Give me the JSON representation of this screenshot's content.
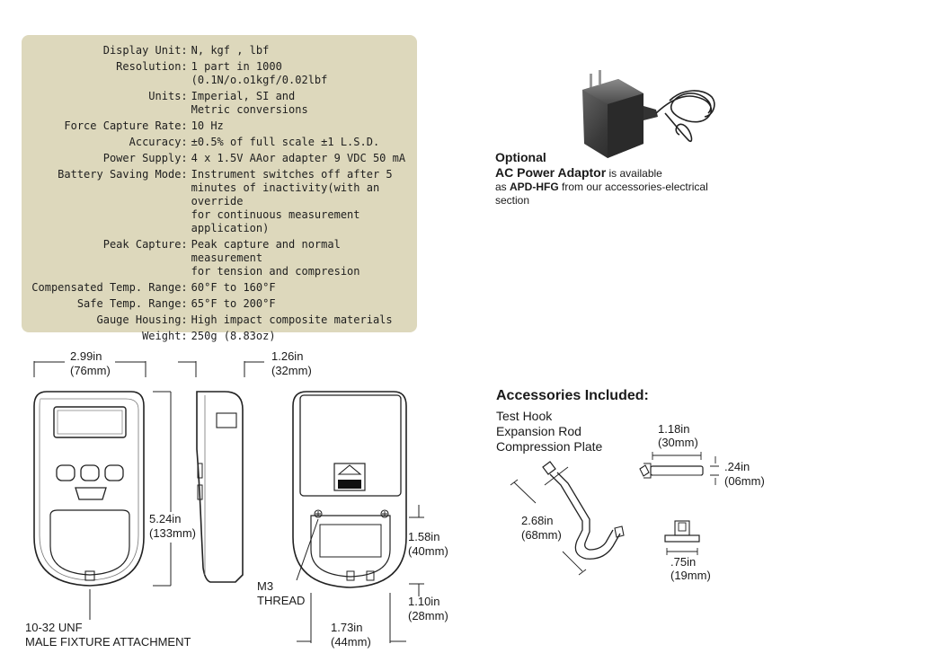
{
  "specs": [
    {
      "label": "Display Unit:",
      "lines": [
        "N, kgf , lbf"
      ]
    },
    {
      "label": "Resolution:",
      "lines": [
        "1 part in 1000",
        "(0.1N/o.o1kgf/0.02lbf"
      ]
    },
    {
      "label": "Units:",
      "lines": [
        "Imperial, SI and",
        "Metric conversions"
      ]
    },
    {
      "label": "Force Capture Rate:",
      "lines": [
        "10 Hz"
      ]
    },
    {
      "label": "Accuracy:",
      "lines": [
        "±0.5% of full scale ±1 L.S.D."
      ]
    },
    {
      "label": "Power Supply:",
      "lines": [
        "4 x 1.5V AAor adapter 9 VDC 50 mA"
      ]
    },
    {
      "label": "Battery Saving Mode:",
      "lines": [
        "Instrument switches off after 5",
        "minutes of inactivity(with an override",
        "for continuous measurement",
        "application)"
      ]
    },
    {
      "label": "Peak Capture:",
      "lines": [
        "Peak capture and normal measurement",
        "for tension and compresion"
      ]
    },
    {
      "label": "Compensated Temp. Range:",
      "lines": [
        "60°F to 160°F"
      ]
    },
    {
      "label": "Safe Temp. Range:",
      "lines": [
        "65°F to 200°F"
      ]
    },
    {
      "label": "Gauge Housing:",
      "lines": [
        "High impact composite materials"
      ]
    },
    {
      "label": "Weight:",
      "lines": [
        "250g (8.83oz)"
      ]
    }
  ],
  "adaptor": {
    "optional": "Optional",
    "title": "AC Power Adaptor",
    "available": " is available",
    "as": "as ",
    "code": "APD-HFG",
    "from": " from our accessories-electrical",
    "section": "section"
  },
  "dimensions": {
    "width_in": "2.99in",
    "width_mm": "(76mm)",
    "depth_in": "1.26in",
    "depth_mm": "(32mm)",
    "height_in": "5.24in",
    "height_mm": "(133mm)",
    "back_in": "1.58in",
    "back_mm": "(40mm)",
    "bottom_in": "1.10in",
    "bottom_mm": "(28mm)",
    "base_in": "1.73in",
    "base_mm": "(44mm)",
    "thread_1": "M3",
    "thread_2": "THREAD",
    "fixture_1": "10-32 UNF",
    "fixture_2": "MALE FIXTURE ATTACHMENT"
  },
  "accessories": {
    "title": "Accessories Included:",
    "items": [
      "Test Hook",
      "Expansion Rod",
      "Compression Plate"
    ],
    "rod_len_in": "1.18in",
    "rod_len_mm": "(30mm)",
    "rod_dia_in": ".24in",
    "rod_dia_mm": "(06mm)",
    "hook_in": "2.68in",
    "hook_mm": "(68mm)",
    "plate_in": ".75in",
    "plate_mm": "(19mm)"
  }
}
